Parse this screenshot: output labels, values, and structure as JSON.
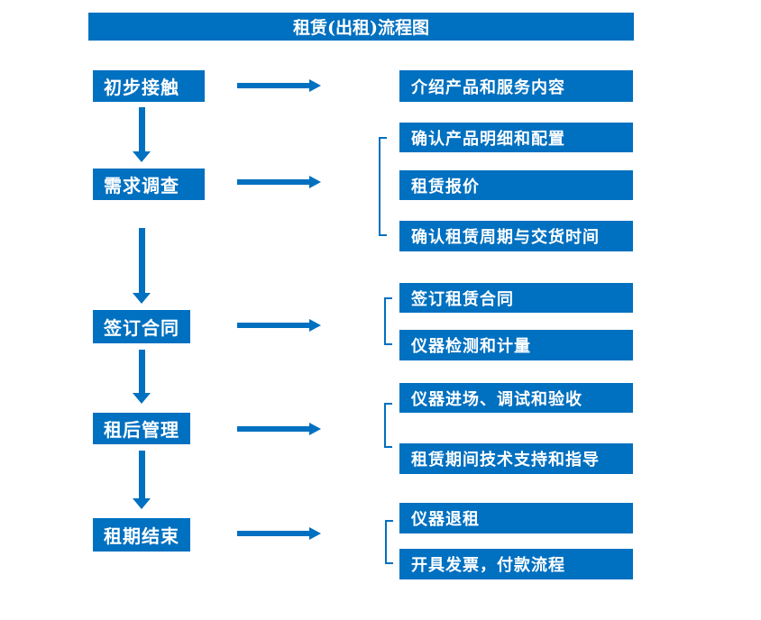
{
  "title": "租赁(出租)流程图",
  "colors": {
    "primary_blue": "#0070c0",
    "text_white": "#ffffff",
    "background": "#ffffff"
  },
  "steps": [
    {
      "label": "初步接触",
      "details": [
        "介绍产品和服务内容"
      ]
    },
    {
      "label": "需求调查",
      "details": [
        "确认产品明细和配置",
        "租赁报价",
        "确认租赁周期与交货时间"
      ]
    },
    {
      "label": "签订合同",
      "details": [
        "签订租赁合同",
        "仪器检测和计量"
      ]
    },
    {
      "label": "租后管理",
      "details": [
        "仪器进场、调试和验收",
        "租赁期间技术支持和指导"
      ]
    },
    {
      "label": "租期结束",
      "details": [
        "仪器退租",
        "开具发票，付款流程"
      ]
    }
  ]
}
